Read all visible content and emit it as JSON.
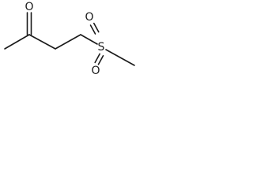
{
  "molecule": {
    "atoms": {
      "ketone_oxygen": "O",
      "sulfur": "S",
      "sulfonyl_oxygen_upper": "O",
      "sulfonyl_oxygen_lower": "O"
    }
  }
}
